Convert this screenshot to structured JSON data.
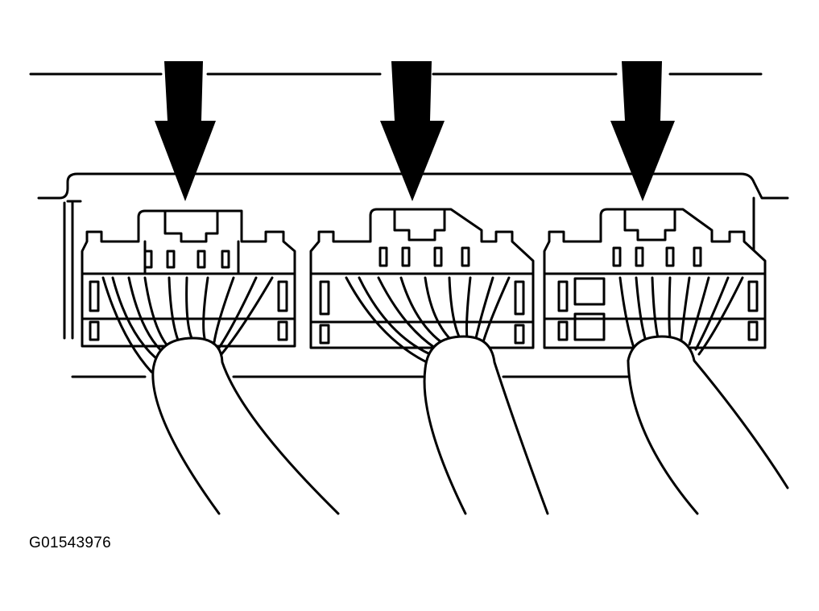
{
  "figure": {
    "code": "G01543976",
    "line_color": "#000000",
    "fill_color": "#ffffff"
  },
  "connectors": [
    {
      "name": "left-connector",
      "arrow": true
    },
    {
      "name": "middle-connector",
      "arrow": true
    },
    {
      "name": "right-connector",
      "arrow": true
    }
  ]
}
